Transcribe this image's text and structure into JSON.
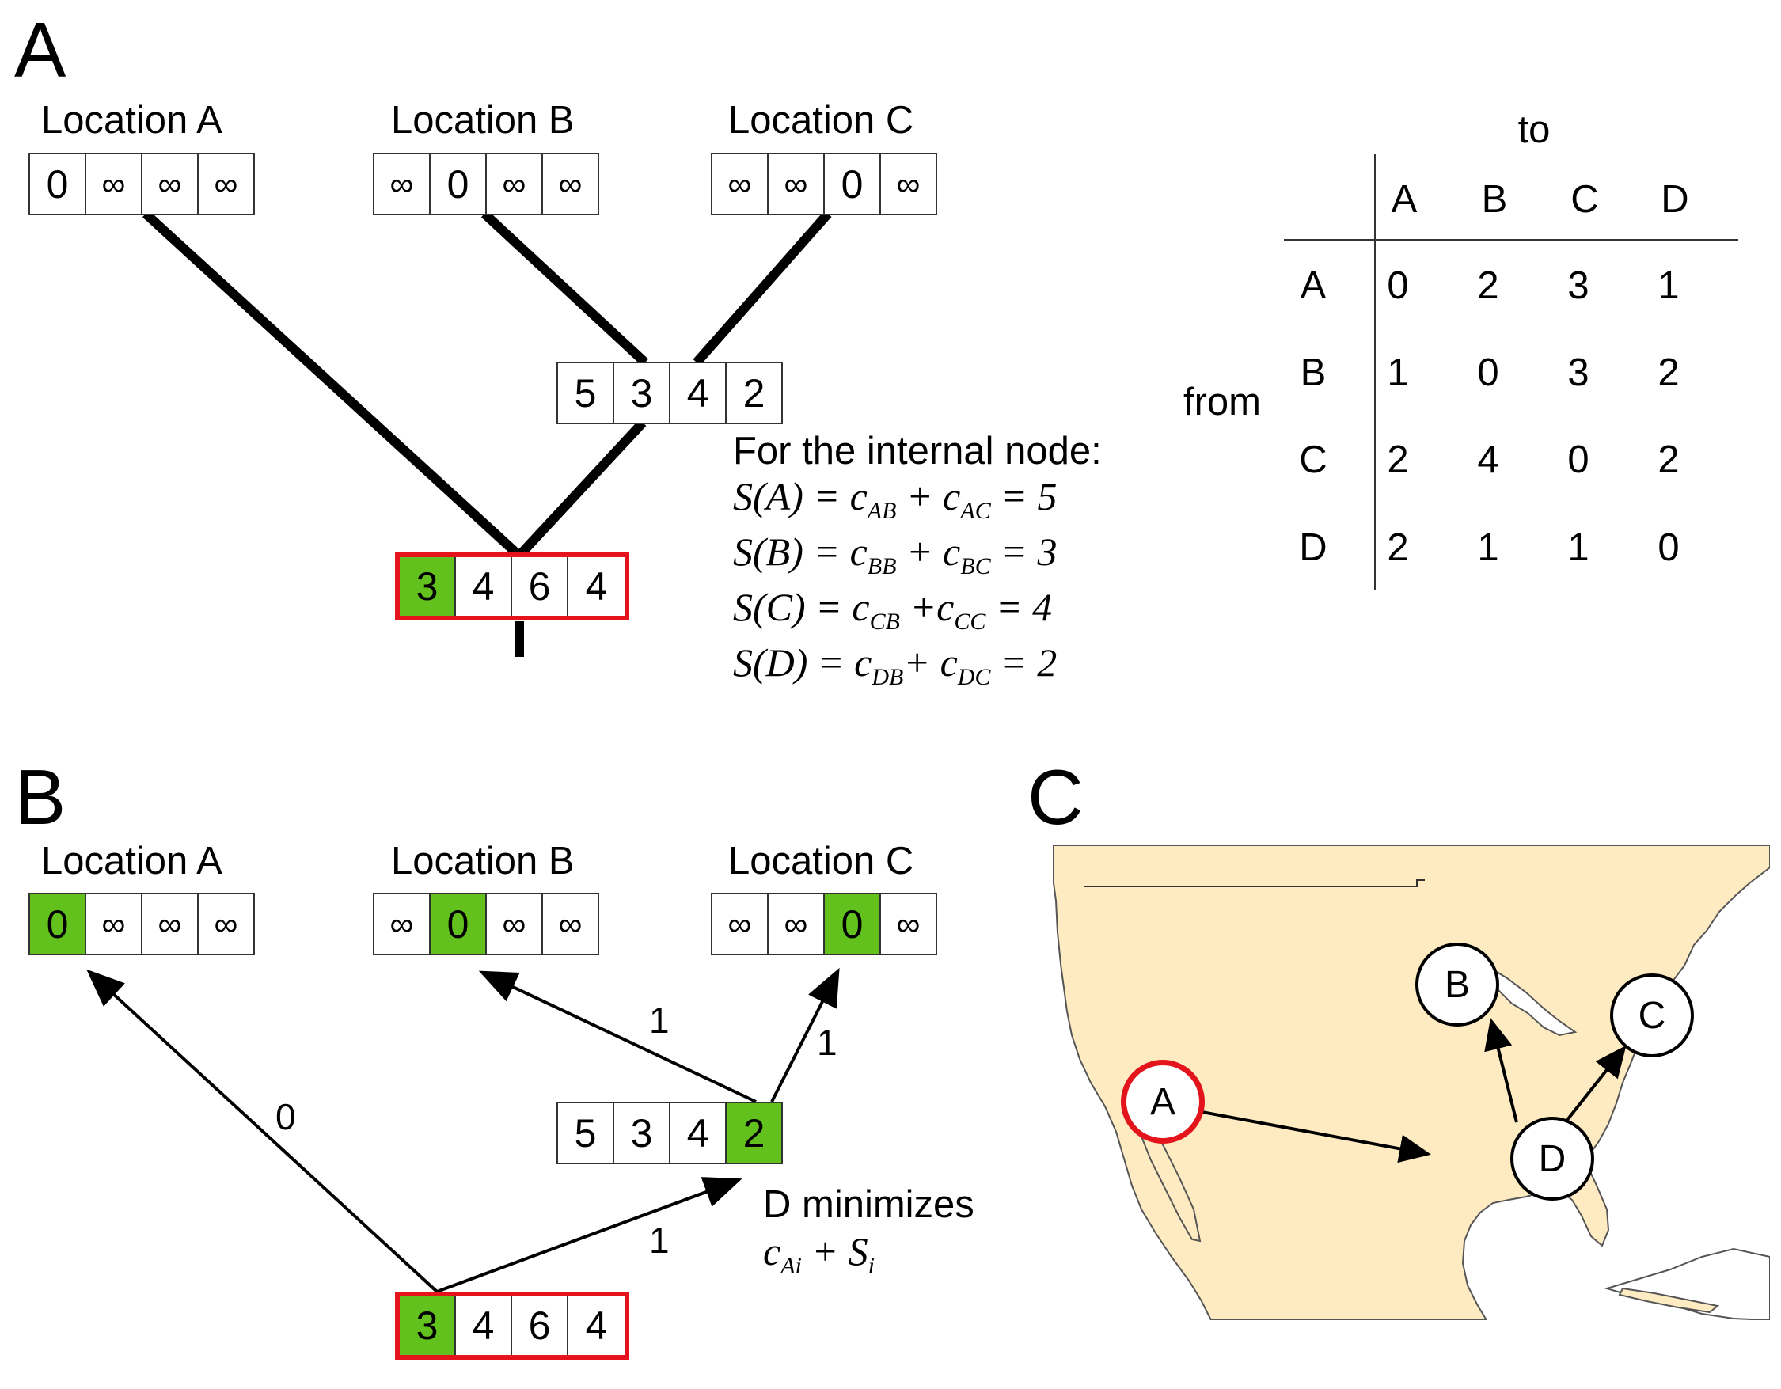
{
  "panels": {
    "a": "A",
    "b": "B",
    "c": "C"
  },
  "panelA": {
    "locations": [
      "Location A",
      "Location B",
      "Location C"
    ],
    "leaf_vectors": [
      [
        "0",
        "∞",
        "∞",
        "∞"
      ],
      [
        "∞",
        "0",
        "∞",
        "∞"
      ],
      [
        "∞",
        "∞",
        "0",
        "∞"
      ]
    ],
    "internal_vector": [
      "5",
      "3",
      "4",
      "2"
    ],
    "root_vector": [
      "3",
      "4",
      "6",
      "4"
    ],
    "formula_title": "For the internal node:",
    "formulas": [
      {
        "S": "S(A) = c",
        "s1": "AB",
        "mid": " + c",
        "s2": "AC",
        "end": " = 5"
      },
      {
        "S": "S(B) = c",
        "s1": "BB",
        "mid": " + c",
        "s2": "BC",
        "end": " = 3"
      },
      {
        "S": "S(C) = c",
        "s1": "CB",
        "mid": " +c",
        "s2": "CC",
        "end": " = 4"
      },
      {
        "S": "S(D) = c",
        "s1": "DB",
        "mid": "+ c",
        "s2": "DC",
        "end": " = 2"
      }
    ]
  },
  "matrix": {
    "to_label": "to",
    "from_label": "from",
    "cols": [
      "A",
      "B",
      "C",
      "D"
    ],
    "rows": [
      "A",
      "B",
      "C",
      "D"
    ],
    "values": [
      [
        "0",
        "2",
        "3",
        "1"
      ],
      [
        "1",
        "0",
        "3",
        "2"
      ],
      [
        "2",
        "4",
        "0",
        "2"
      ],
      [
        "2",
        "1",
        "1",
        "0"
      ]
    ]
  },
  "panelB": {
    "locations": [
      "Location A",
      "Location B",
      "Location C"
    ],
    "leaf_vectors": [
      [
        "0",
        "∞",
        "∞",
        "∞"
      ],
      [
        "∞",
        "0",
        "∞",
        "∞"
      ],
      [
        "∞",
        "∞",
        "0",
        "∞"
      ]
    ],
    "internal_vector": [
      "5",
      "3",
      "4",
      "2"
    ],
    "root_vector": [
      "3",
      "4",
      "6",
      "4"
    ],
    "weights": {
      "to_a": "0",
      "to_b": "1",
      "to_c": "1",
      "to_internal": "1"
    },
    "note_line1": "D minimizes",
    "note_c": "c",
    "note_sub1": "Ai",
    "note_plus": " + S",
    "note_sub2": "i"
  },
  "map": {
    "land_color": "#feebc2",
    "nodes": [
      "A",
      "B",
      "C",
      "D"
    ]
  },
  "colors": {
    "green": "#63c11d",
    "red": "#e3141b"
  }
}
